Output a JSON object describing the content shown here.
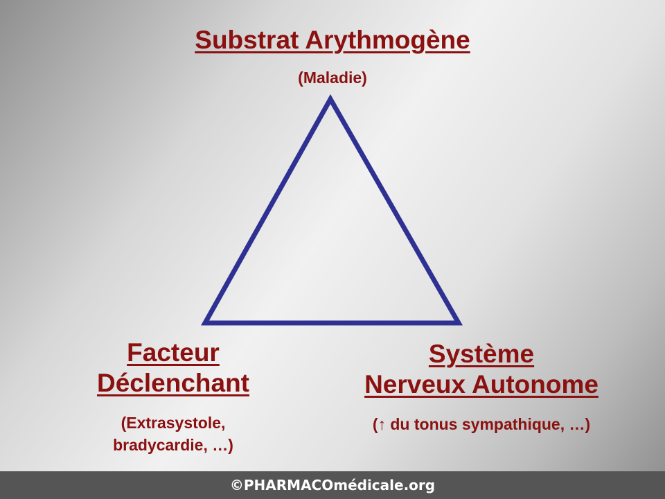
{
  "diagram": {
    "top": {
      "title": "Substrat Arythmogène",
      "subtitle": "(Maladie)"
    },
    "bottom_left": {
      "title_line1": "Facteur",
      "title_line2": "Déclenchant",
      "subtitle_line1": "(Extrasystole,",
      "subtitle_line2": "bradycardie, …)"
    },
    "bottom_right": {
      "title_line1": "Système",
      "title_line2": "Nerveux Autonome",
      "subtitle": "(↑ du tonus sympathique, …)"
    },
    "colors": {
      "text": "#8b1010",
      "triangle": "#2e3192",
      "footer_bg": "#555555"
    }
  },
  "footer": {
    "text": "©PHARMACOmédicale.org"
  }
}
